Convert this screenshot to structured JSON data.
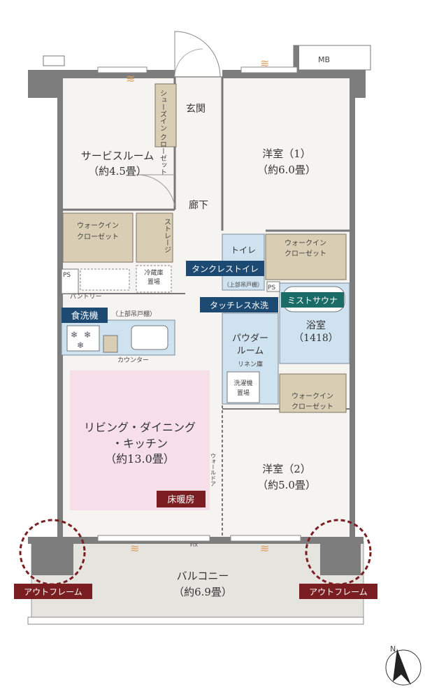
{
  "labels": {
    "mb": "MB",
    "entrance": "玄関",
    "shoes": "シューズイン\nクローゼット",
    "service_room": "サービスルーム",
    "service_room_size": "（約4.5畳）",
    "western1": "洋室（1）",
    "western1_size": "（約6.0畳）",
    "hallway": "廊下",
    "wic_service": "ウォークイン\nクローゼット",
    "storage": "ストレージ",
    "wic_room1": "ウォークイン\nクローゼット",
    "toilet": "トイレ",
    "upper_shelf": "（上部吊戸棚）",
    "ps_left": "PS",
    "ps_right": "PS",
    "fridge": "冷蔵庫\n置場",
    "pantry": "パントリー",
    "upper_cabinet": "（上部吊戸棚）",
    "counter": "カウンター",
    "bath": "浴室",
    "bath_size": "（1418）",
    "powder": "パウダー\nルーム",
    "linen": "リネン庫",
    "washer": "洗濯機\n置場",
    "wic_room2": "ウォークイン\nクローゼット",
    "ldk": "リビング・ダイニング\n・キッチン",
    "ldk_size": "（約13.0畳）",
    "wall_door": "ウォールドア",
    "western2": "洋室（2）",
    "western2_size": "（約5.0畳）",
    "fix": "FIX",
    "balcony": "バルコニー",
    "balcony_size": "（約6.9畳）",
    "north": "N"
  },
  "badges": {
    "tankless": "タンクレストイレ",
    "touchless": "タッチレス水洗",
    "mist_sauna": "ミストサウナ",
    "dishwasher": "食洗機",
    "floor_heating": "床暖房",
    "outframe_left": "アウトフレーム",
    "outframe_right": "アウトフレーム"
  },
  "colors": {
    "navy": "#1c4a72",
    "teal": "#1a6d66",
    "maroon": "#7a1e22",
    "wet_area": "#cfe2ef",
    "closet": "#d9cdb3",
    "floor_heating_area": "#f6dfe8",
    "wall": "#7d7d7d",
    "balcony": "#e6e4df"
  }
}
